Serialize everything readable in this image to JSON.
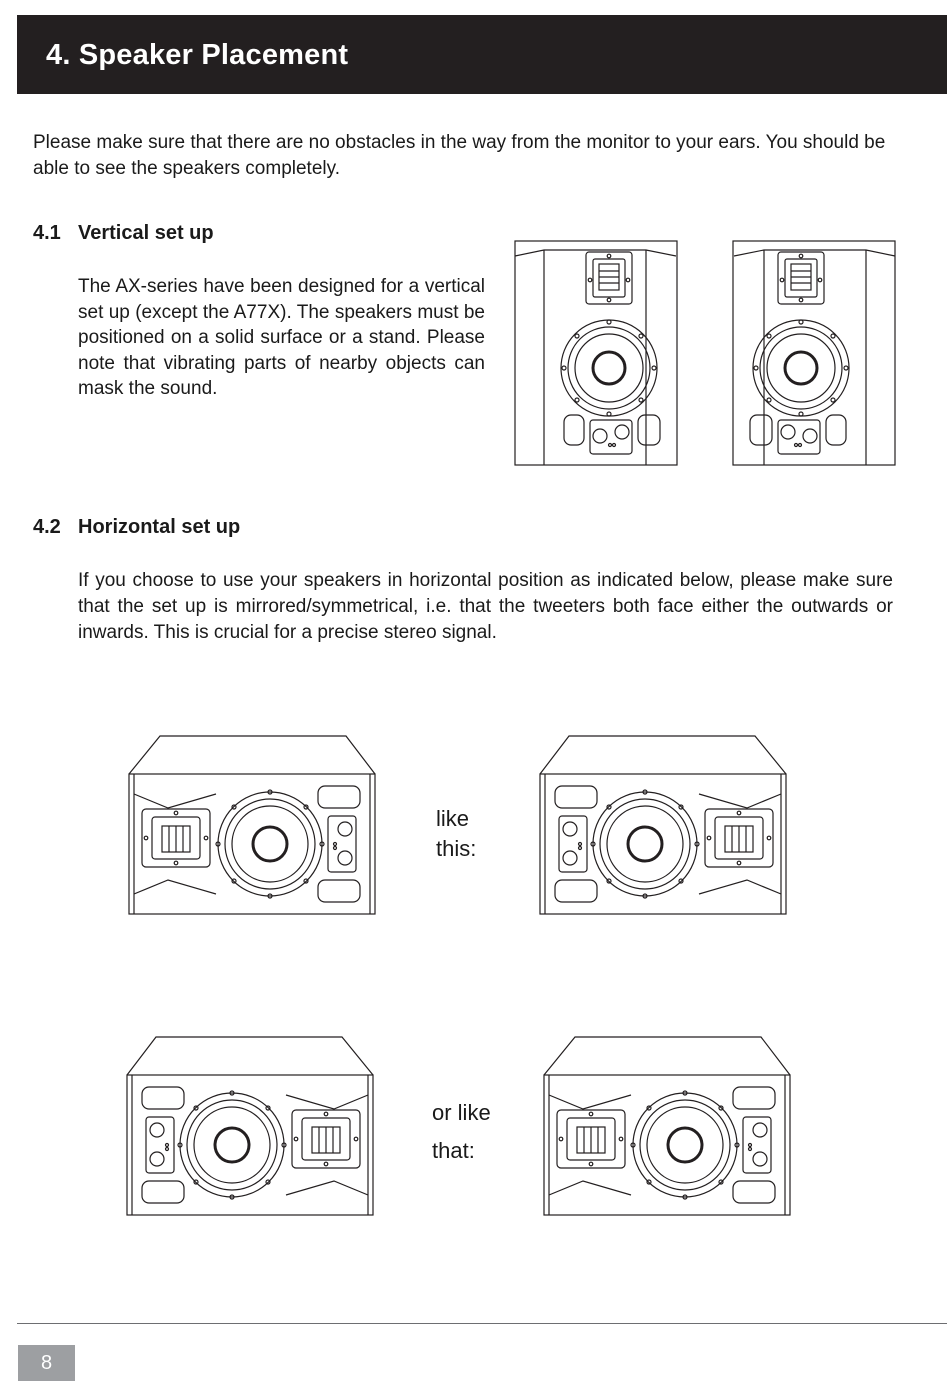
{
  "header": {
    "title": "4. Speaker Placement"
  },
  "intro": "Please make sure that there are no obstacles in the way from the monitor to your ears. You should be able to see the speakers completely.",
  "section_vertical": {
    "number": "4.1",
    "title": "Vertical set up",
    "body": "The AX-series have been designed for a vertical set up (except the A77X). The speakers must be positioned on a solid surface or a stand. Please note that vibrating parts of nearby objects can mask the sound."
  },
  "section_horizontal": {
    "number": "4.2",
    "title": "Horizontal set up",
    "body": "If you choose to use your speakers in horizontal position as indicated below, please make sure that the set up is mirrored/symmetrical, i.e. that the tweeters both face either the outwards or inwards. This is crucial for a precise stereo signal."
  },
  "captions": {
    "like_line1": "like",
    "like_line2": "this:",
    "orlike_line1": "or like",
    "orlike_line2": "that:"
  },
  "footer": {
    "page_number": "8"
  }
}
